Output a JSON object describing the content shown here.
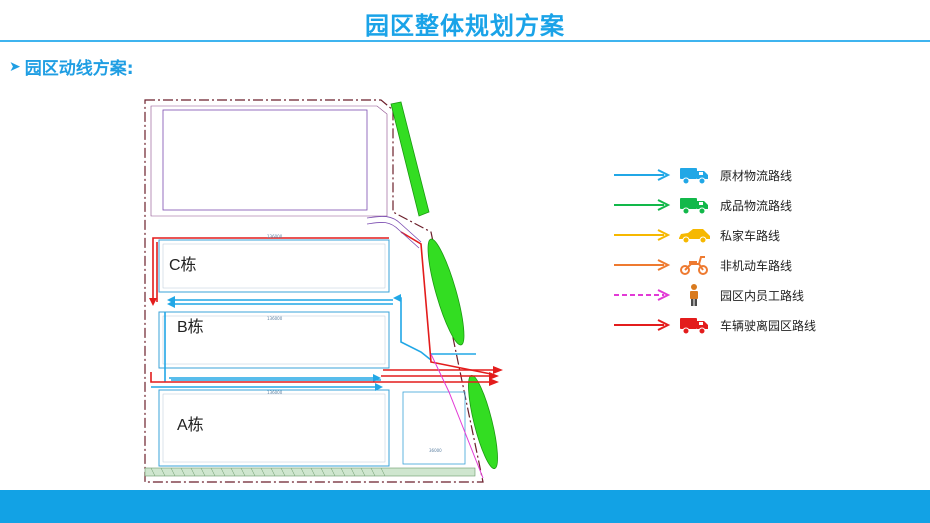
{
  "page": {
    "title": "园区整体规划方案"
  },
  "section": {
    "heading": "园区动线方案:"
  },
  "plan": {
    "buildings": [
      {
        "id": "c",
        "label": "C栋"
      },
      {
        "id": "b",
        "label": "B栋"
      },
      {
        "id": "a",
        "label": "A栋"
      }
    ]
  },
  "legend": [
    {
      "label": "原材物流路线",
      "color": "#21a7e6",
      "line": "solid",
      "icon": "truck-icon",
      "icon_color": "#21a7e6"
    },
    {
      "label": "成品物流路线",
      "color": "#12b84a",
      "line": "solid",
      "icon": "truck-icon",
      "icon_color": "#12b84a"
    },
    {
      "label": "私家车路线",
      "color": "#f6b800",
      "line": "solid",
      "icon": "car-icon",
      "icon_color": "#f6b800"
    },
    {
      "label": "非机动车路线",
      "color": "#ee7a30",
      "line": "solid",
      "icon": "scooter-icon",
      "icon_color": "#ee7a30"
    },
    {
      "label": "园区内员工路线",
      "color": "#e23ad6",
      "line": "dashed",
      "icon": "person-icon",
      "icon_color": "#d97a1e"
    },
    {
      "label": "车辆驶离园区路线",
      "color": "#e31c1c",
      "line": "solid",
      "icon": "truck-icon",
      "icon_color": "#e31c1c"
    }
  ]
}
